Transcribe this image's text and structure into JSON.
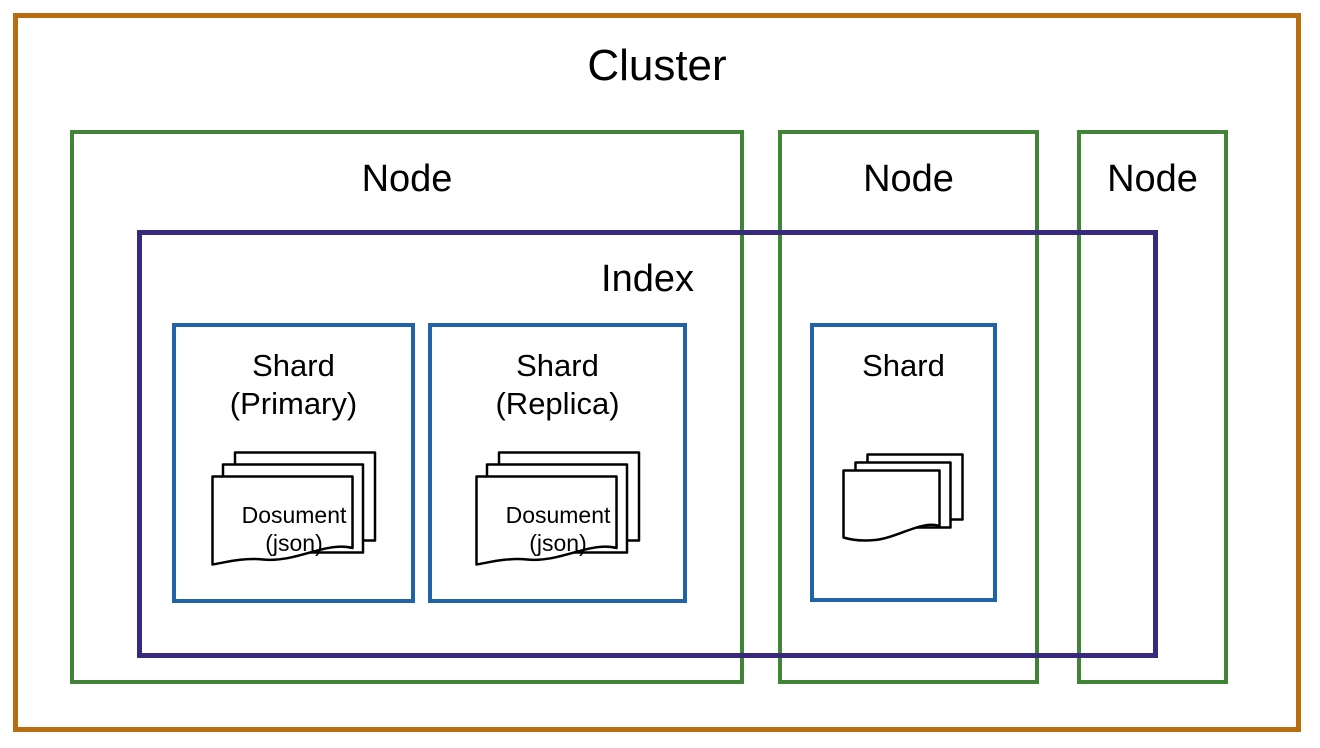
{
  "colors": {
    "cluster-border": "#b86e0e",
    "node-border": "#428437",
    "index-border": "#38287e",
    "shard-border": "#2063a7",
    "text": "#000000",
    "background": "#ffffff"
  },
  "cluster": {
    "label": "Cluster"
  },
  "nodes": [
    {
      "label": "Node"
    },
    {
      "label": "Node"
    },
    {
      "label": "Node"
    }
  ],
  "index": {
    "label": "Index"
  },
  "shards": [
    {
      "title": "Shard",
      "subtitle": "(Primary)",
      "icon": "document-stack-icon",
      "document": {
        "line1": "Dosument",
        "line2": "(json)"
      }
    },
    {
      "title": "Shard",
      "subtitle": "(Replica)",
      "icon": "document-stack-icon",
      "document": {
        "line1": "Dosument",
        "line2": "(json)"
      }
    },
    {
      "title": "Shard",
      "subtitle": "",
      "icon": "document-stack-icon"
    }
  ]
}
